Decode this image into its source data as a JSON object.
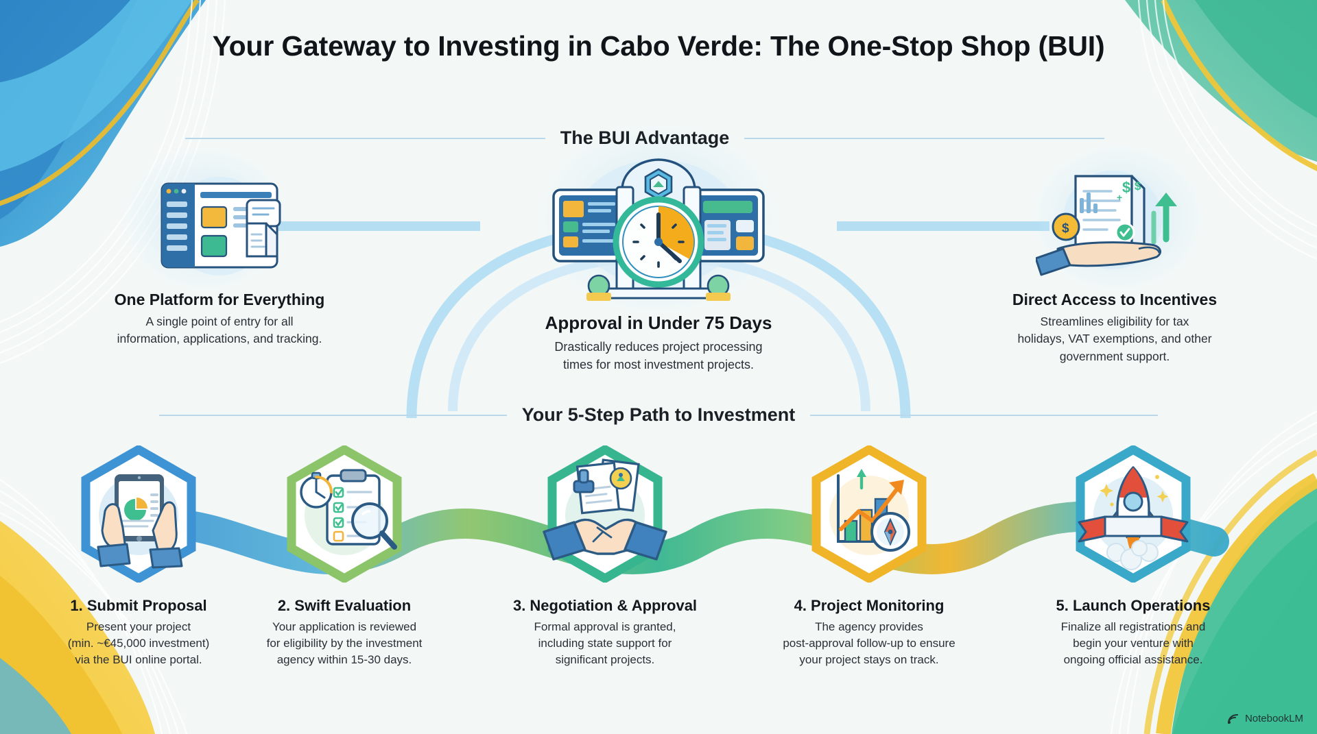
{
  "page": {
    "title": "Your Gateway to Investing in Cabo Verde: The One-Stop Shop (BUI)",
    "watermark": "NotebookLM"
  },
  "colors": {
    "blue": "#3d9bd6",
    "deep_blue": "#2f7fc4",
    "cyan": "#5bc3e8",
    "yellow": "#f3c12a",
    "green": "#3fbf8f",
    "teal": "#2fb39a",
    "orange": "#f2a417",
    "background": "#f2f8f7",
    "heading_text": "#14181d",
    "body_text": "#2a2f36",
    "rule": "#b9d8ec"
  },
  "sections": {
    "advantage": {
      "heading": "The BUI Advantage"
    },
    "path": {
      "heading": "Your 5-Step Path to Investment"
    }
  },
  "features": [
    {
      "id": "one-platform",
      "icon": "dashboard-window-icon",
      "title": "One Platform for Everything",
      "body": "A single point of entry for all\ninformation, applications, and tracking."
    },
    {
      "id": "approval-75-days",
      "icon": "government-building-clock-icon",
      "title": "Approval in Under 75 Days",
      "body": "Drastically reduces project processing\ntimes for most investment projects."
    },
    {
      "id": "direct-incentives",
      "icon": "hand-holding-document-icon",
      "title": "Direct Access to Incentives",
      "body": "Streamlines eligibility for tax\nholidays, VAT exemptions, and other\ngovernment support."
    }
  ],
  "steps": [
    {
      "number": "1",
      "icon": "tablet-pie-chart-hands-icon",
      "title": "1. Submit Proposal",
      "body": "Present your project\n(min. ~€45,000 investment)\nvia the BUI online portal.",
      "hex_color": "#3d93d4"
    },
    {
      "number": "2",
      "icon": "clipboard-checklist-magnifier-icon",
      "title": "2. Swift Evaluation",
      "body": "Your application is reviewed\nfor eligibility by the investment\nagency within 15-30 days.",
      "hex_color": "#7cbf6a"
    },
    {
      "number": "3",
      "icon": "handshake-stamped-document-icon",
      "title": "3. Negotiation & Approval",
      "body": "Formal approval is granted,\nincluding state support for\nsignificant projects.",
      "hex_color": "#36b58f"
    },
    {
      "number": "4",
      "icon": "growth-chart-compass-icon",
      "title": "4. Project Monitoring",
      "body": "The agency provides\npost-approval follow-up to ensure\nyour project stays on track.",
      "hex_color": "#f0b429"
    },
    {
      "number": "5",
      "icon": "rocket-launch-ribbon-icon",
      "title": "5. Launch Operations",
      "body": "Finalize all registrations and\nbegin your venture with\nongoing official assistance.",
      "hex_color": "#3aa9c9"
    }
  ]
}
